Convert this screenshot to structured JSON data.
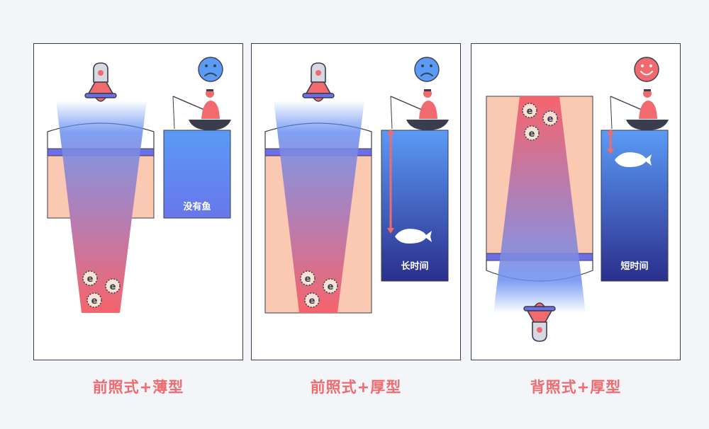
{
  "colors": {
    "accent": "#f06a6e",
    "panel_border": "#3a3d4e",
    "skin_fill": "#fbc9b1",
    "water_blue": "#5b9af5",
    "water_deep": "#2b2f8c",
    "face_sad": "#5b9af5",
    "face_happy": "#f06a6e"
  },
  "panels": [
    {
      "caption": "前照式+薄型",
      "status_label": "没有鱼",
      "mood": "sad-face-icon"
    },
    {
      "caption": "前照式+厚型",
      "status_label": "长时间",
      "mood": "sad-face-icon"
    },
    {
      "caption": "背照式+厚型",
      "status_label": "短时间",
      "mood": "happy-face-icon"
    }
  ]
}
